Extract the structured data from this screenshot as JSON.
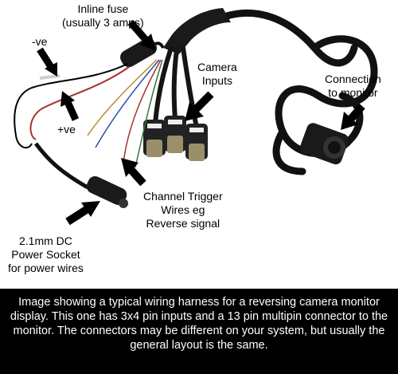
{
  "labels": {
    "inline_fuse": "Inline fuse\n(usually 3 amps)",
    "negative": "-ve",
    "positive": "+ve",
    "camera_inputs": "Camera\nInputs",
    "connection": "Connection\nto monitor",
    "channel_trigger": "Channel Trigger\nWires eg\nReverse signal",
    "dc_socket": "2.1mm DC\nPower Socket\nfor power wires"
  },
  "caption": "Image showing a typical wiring harness for a reversing camera monitor display. This one has 3x4 pin inputs and a 13 pin multipin connector to the monitor. The connectors may be different on your system, but usually the general layout is the same.",
  "colors": {
    "caption_bg": "#000000",
    "caption_text": "#ffffff",
    "arrow": "#000000"
  }
}
